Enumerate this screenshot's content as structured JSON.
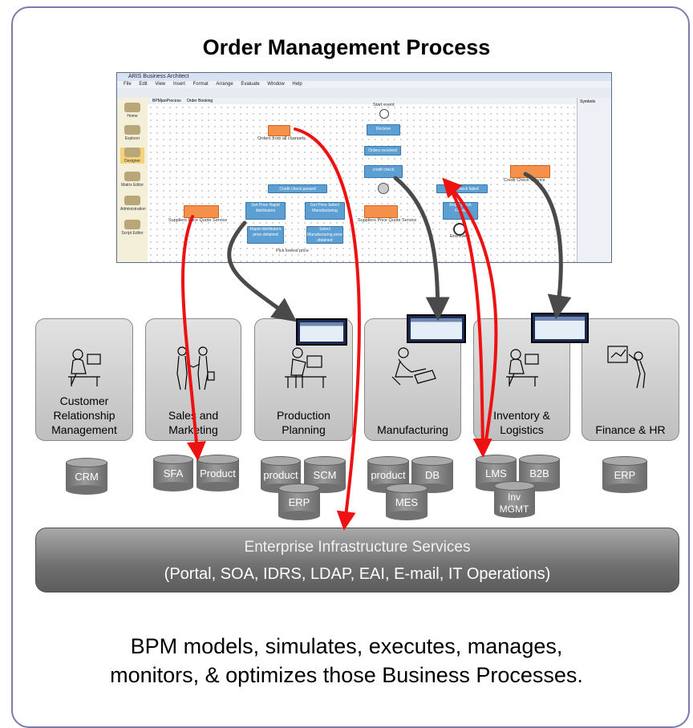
{
  "title": "Order Management Process",
  "aris": {
    "window_title": "ARIS Business Architect",
    "menu": [
      "File",
      "Edit",
      "View",
      "Insert",
      "Format",
      "Arrange",
      "Evaluate",
      "Window",
      "Help"
    ],
    "tabs": [
      "BPMjanProcess",
      "Order Booking"
    ],
    "sidebar": [
      "Home",
      "Explorer",
      "Designer",
      "Matrix Editor",
      "Administration",
      "Script Editor"
    ],
    "right_panel_title": "Symbols",
    "nodes": {
      "start": "Start event",
      "receive": "Recieve",
      "orders_received": "Orders received",
      "credit_check": "credit check",
      "credit_passed": "Credit check passed",
      "credit_failed": "Credit check failed",
      "reply_failed": "Reply check Failed",
      "end": "End event",
      "get_rapid": "Get Price Rapid distributors",
      "get_select": "Get Price Select Manufacturing",
      "rapid_dist": "Rapid distributors price obtained",
      "select_mfg": "Select Manufacturing price obtained",
      "pick_lowest": "Pick lowest price"
    },
    "labels": {
      "orders_from_channels": "Orders from all channels",
      "credit_check_service": "Credit Check Service",
      "suppliers_price_quote_left": "Suppliers Price Quote Service",
      "suppliers_price_quote_right": "Suppliers Price Quote Service"
    }
  },
  "departments": [
    {
      "label": "Customer Relationship Management",
      "icon": "call-center-worker-icon"
    },
    {
      "label": "Sales and Marketing",
      "icon": "handshake-icon"
    },
    {
      "label": "Production Planning",
      "icon": "desk-worker-icon"
    },
    {
      "label": "Manufacturing",
      "icon": "engineer-icon"
    },
    {
      "label": "Inventory & Logistics",
      "icon": "logistics-worker-icon"
    },
    {
      "label": "Finance & HR",
      "icon": "presenter-icon"
    }
  ],
  "databases": {
    "crm": "CRM",
    "sfa": "SFA",
    "product_sales": "Product",
    "product_pp": "product",
    "scm": "SCM",
    "erp_pp": "ERP",
    "product_mfg": "product",
    "db": "DB",
    "mes": "MES",
    "lms": "LMS",
    "b2b": "B2B",
    "inv_mgmt": "Inv MGMT",
    "erp_fin": "ERP"
  },
  "infrastructure": {
    "line1": "Enterprise Infrastructure Services",
    "line2": "(Portal, SOA, IDRS, LDAP, EAI, E-mail, IT Operations)"
  },
  "footer_line1": "BPM models, simulates, executes, manages,",
  "footer_line2": "monitors, & optimizes those Business Processes.",
  "colors": {
    "red_arrow": "#ee1111",
    "gray_arrow": "#4a4a4a",
    "frame": "#7b7bb0"
  }
}
